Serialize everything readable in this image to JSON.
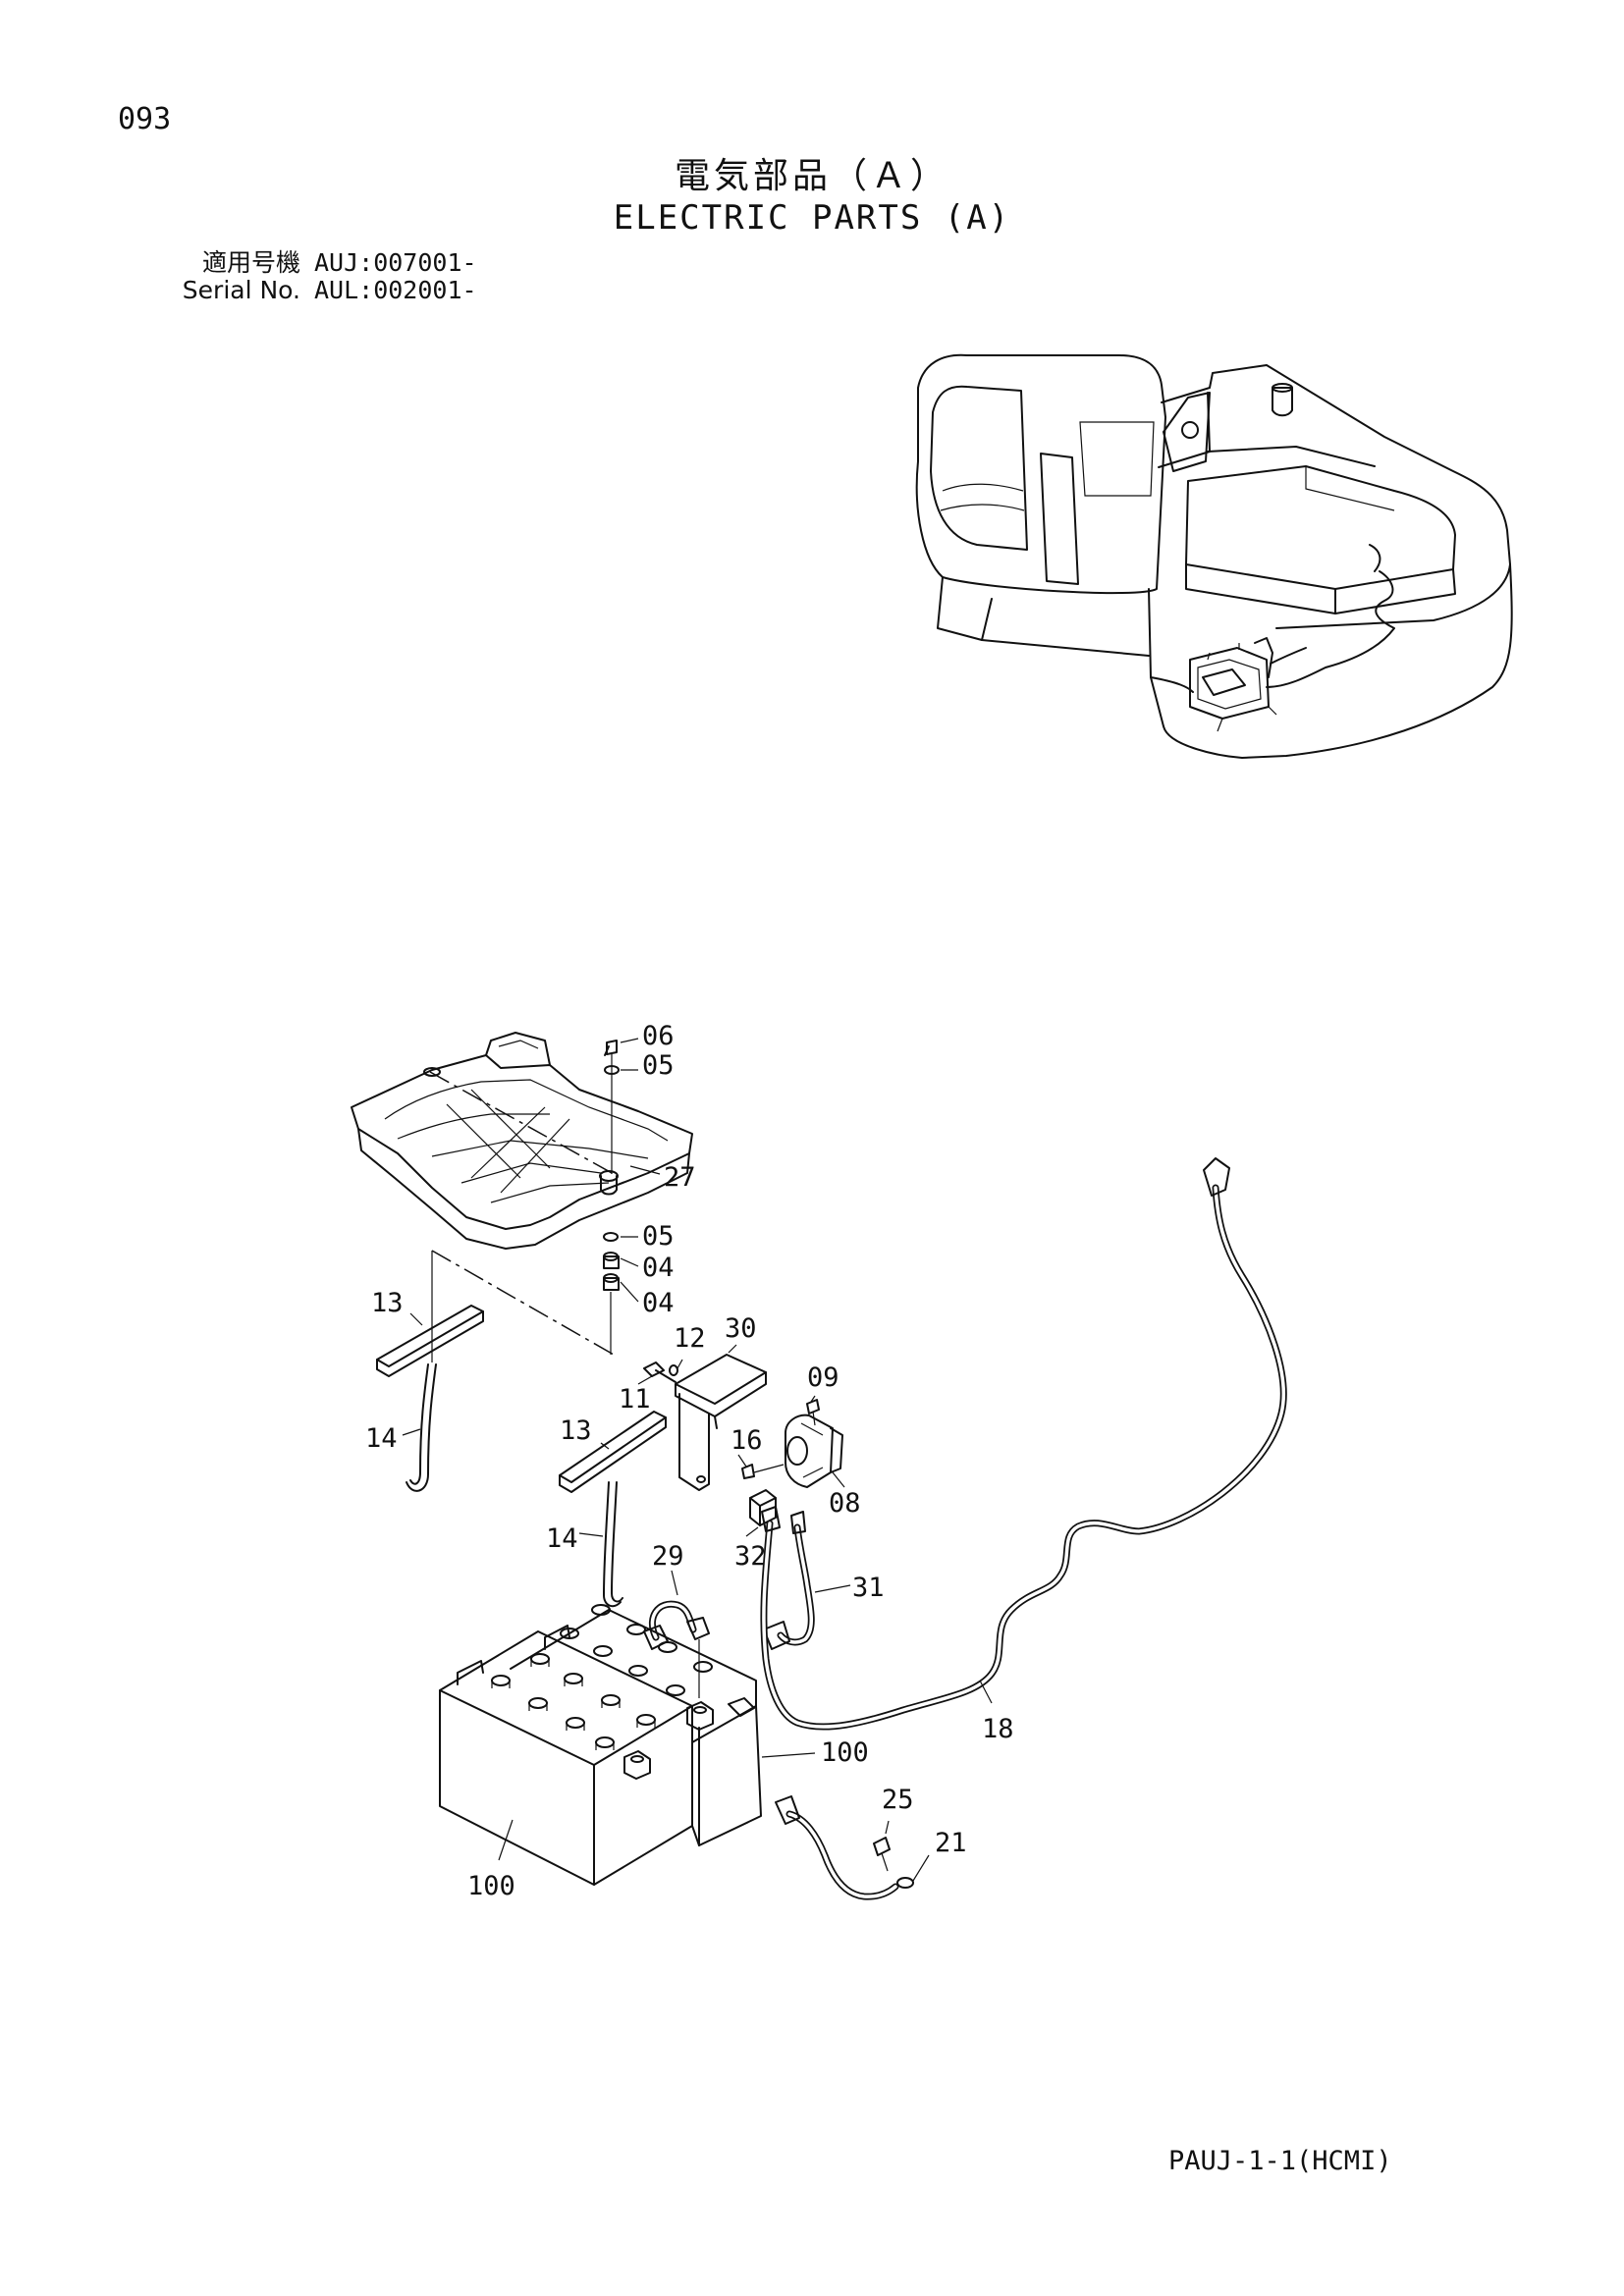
{
  "header": {
    "page_number": "093",
    "title_jp": "電気部品（Ａ）",
    "title_en": "ELECTRIC PARTS (A)",
    "serial_label_jp": "適用号機",
    "serial_value_1": "AUJ:007001-",
    "serial_label_en": "Serial No.",
    "serial_value_2": "AUL:002001-"
  },
  "callouts": [
    "06",
    "05",
    "27",
    "05",
    "04",
    "04",
    "30",
    "12",
    "11",
    "13",
    "09",
    "13",
    "14",
    "16",
    "08",
    "14",
    "32",
    "29",
    "31",
    "18",
    "100",
    "25",
    "21",
    "100"
  ],
  "footer": {
    "code": "PAUJ-1-1(HCMI)"
  }
}
